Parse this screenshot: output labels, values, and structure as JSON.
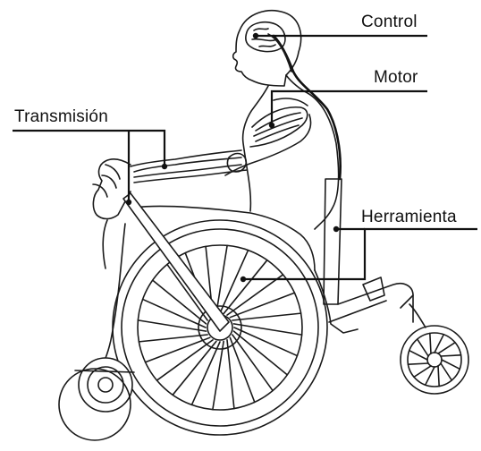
{
  "labels": {
    "control": "Control",
    "motor": "Motor",
    "transmision": "Transmisión",
    "herramienta": "Herramienta"
  },
  "colors": {
    "line": "#111111",
    "background": "#ffffff"
  }
}
